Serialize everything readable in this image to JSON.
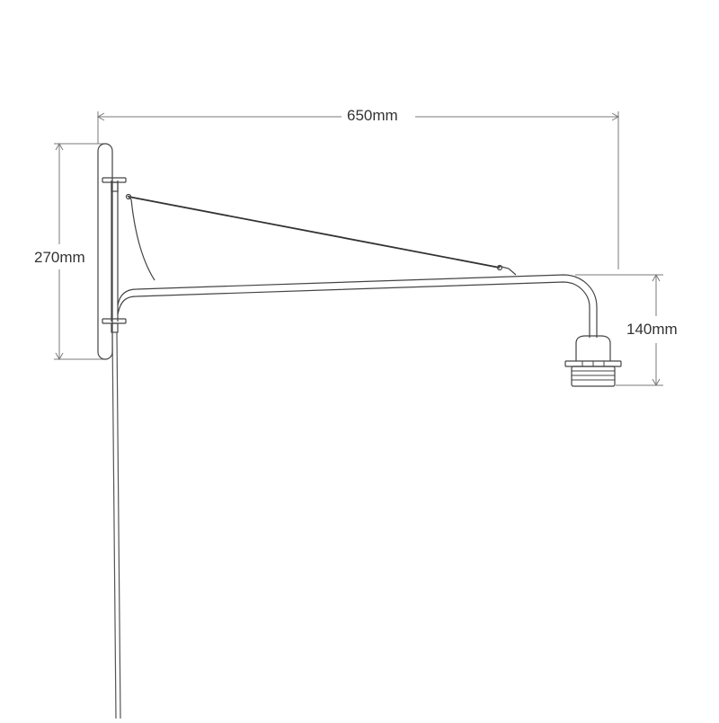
{
  "dimensions": {
    "width": "650mm",
    "height": "270mm",
    "drop": "140mm"
  },
  "colors": {
    "line": "#444444",
    "dimension": "#7a7a7a",
    "cable": "#555555"
  }
}
